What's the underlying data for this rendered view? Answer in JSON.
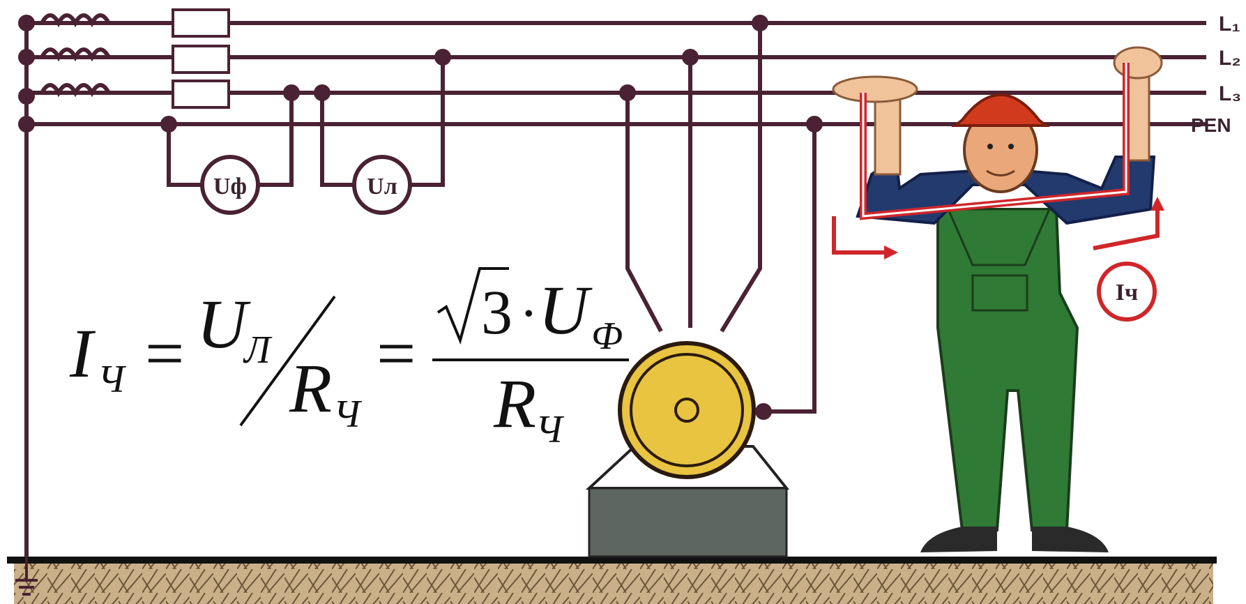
{
  "lines": {
    "l1": "L₁",
    "l2": "L₂",
    "l3": "L₃",
    "pen": "PEN"
  },
  "meters": {
    "phase": "Uф",
    "line": "Uл"
  },
  "current_badge": "Iч",
  "formula": {
    "lhs_symbol": "I",
    "lhs_sub": "Ч",
    "eq": "=",
    "num1_symbol": "U",
    "num1_sub": "Л",
    "den1_symbol": "R",
    "den1_sub": "Ч",
    "sqrt_value": "3",
    "dot": "·",
    "num2_symbol": "U",
    "num2_sub": "Ф",
    "den2_symbol": "R",
    "den2_sub": "Ч"
  },
  "colors": {
    "wire": "#4a2233",
    "motor_yellow": "#e8c440",
    "base_gray": "#5d6661",
    "ground": "#c9b089",
    "overalls": "#2f7a34",
    "shirt": "#233a6e",
    "helmet": "#d23a1e",
    "current_path": "#d0262a"
  }
}
